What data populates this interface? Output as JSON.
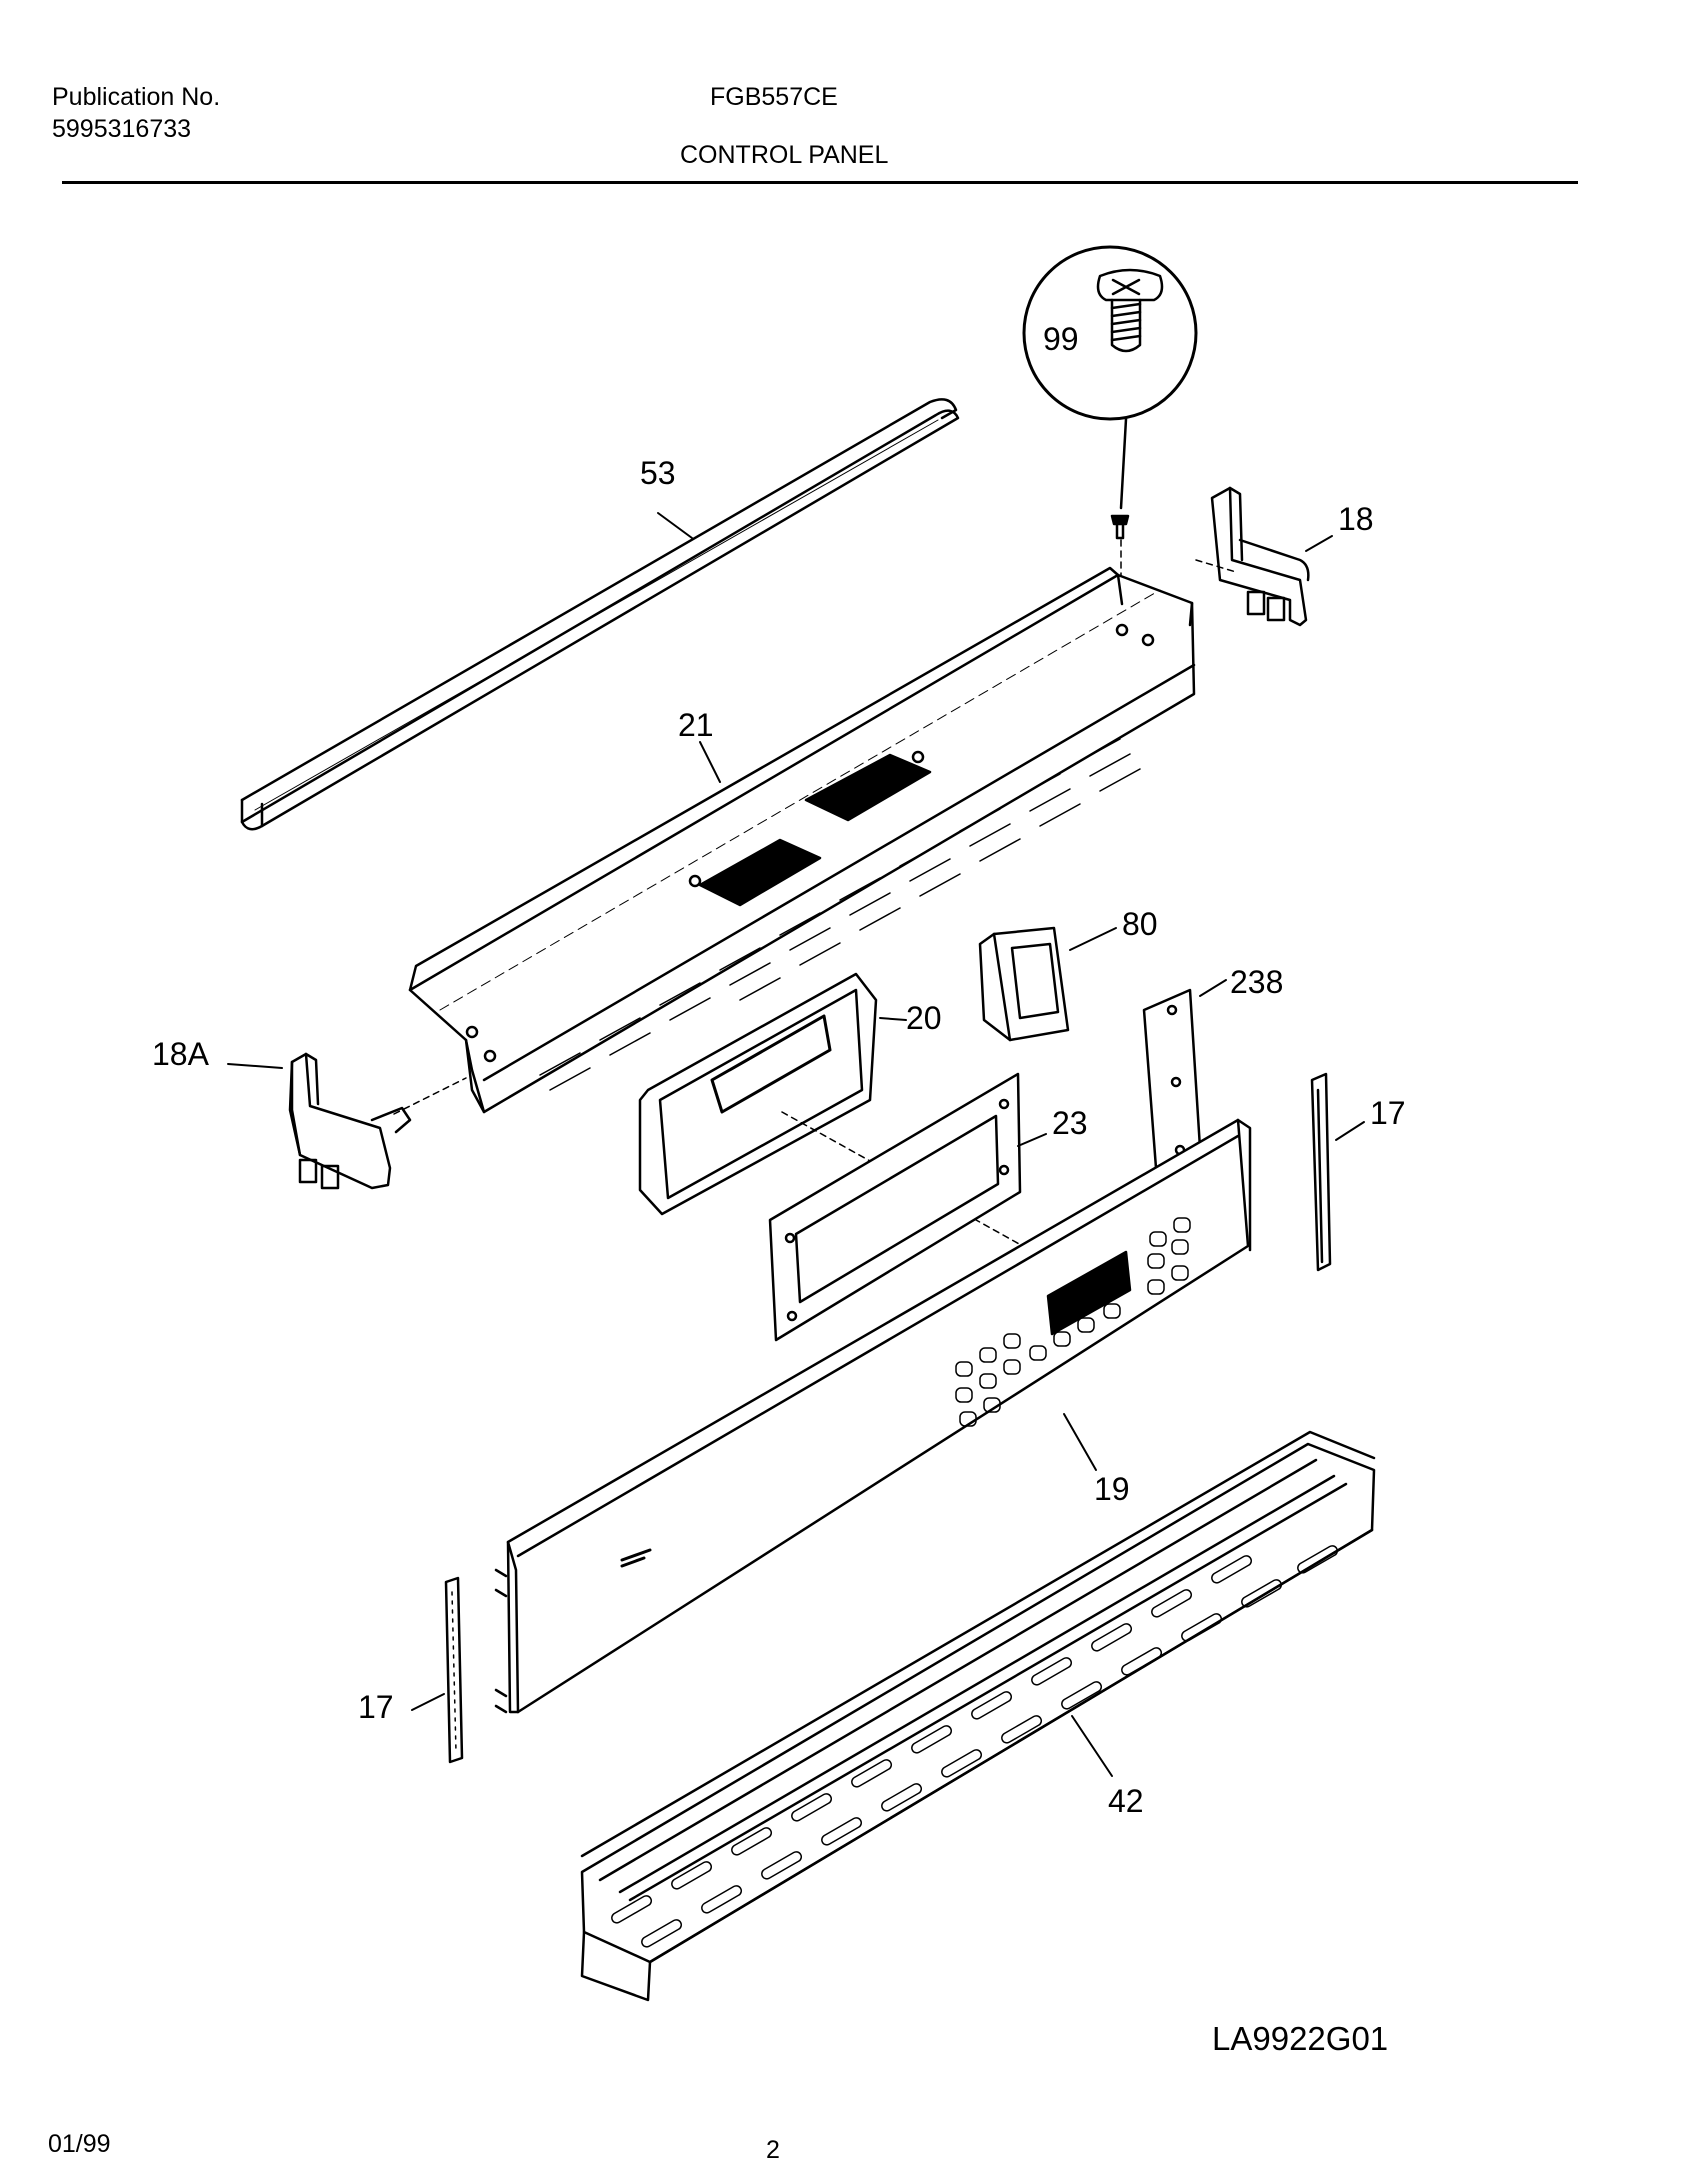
{
  "header": {
    "publication_label": "Publication No.",
    "publication_number": "5995316733",
    "model": "FGB557CE",
    "section_title": "CONTROL PANEL"
  },
  "callouts": {
    "c99": "99",
    "c53": "53",
    "c18": "18",
    "c21": "21",
    "c80": "80",
    "c238": "238",
    "c20": "20",
    "c18a": "18A",
    "c23": "23",
    "c17_right": "17",
    "c19": "19",
    "c17_left": "17",
    "c42": "42"
  },
  "footer": {
    "diagram_code": "LA9922G01",
    "date": "01/99",
    "page": "2"
  }
}
